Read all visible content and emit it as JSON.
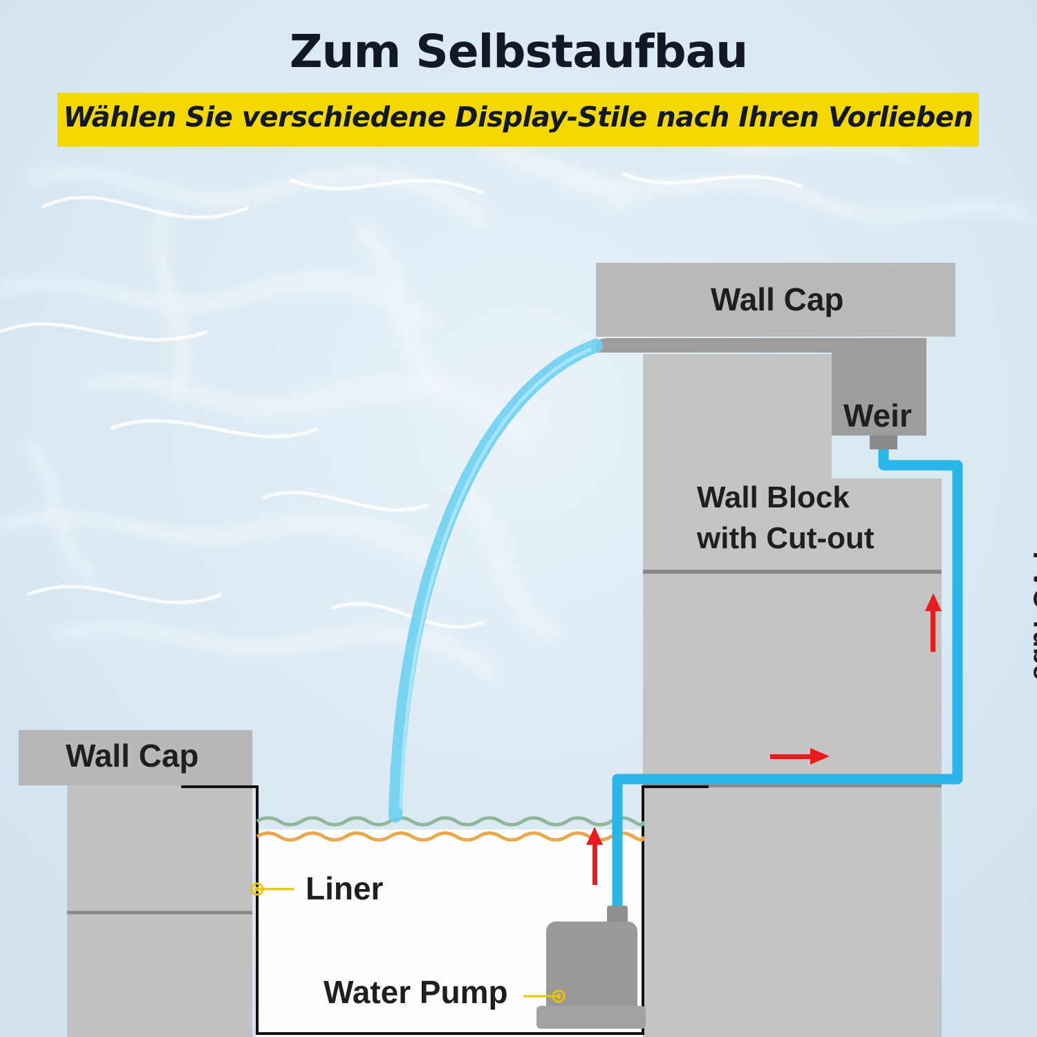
{
  "header": {
    "title": "Zum Selbstaufbau",
    "subtitle": "Wählen Sie verschiedene Display-Stile nach Ihren Vorlieben"
  },
  "labels": {
    "wall_cap_right": "Wall Cap",
    "weir": "Weir",
    "wall_block_line1": "Wall Block",
    "wall_block_line2": "with Cut-out",
    "pvc_tube": "PVC Tube",
    "wall_cap_left": "Wall Cap",
    "liner": "Liner",
    "water_pump": "Water Pump"
  },
  "colors": {
    "banner": "#f5d800",
    "stone": "#bdbdbd",
    "tube": "#29b6e8",
    "arrow": "#e81c1c",
    "wave_green": "#8fb79b",
    "wave_orange": "#e8a84c",
    "callout": "#e8c400"
  }
}
